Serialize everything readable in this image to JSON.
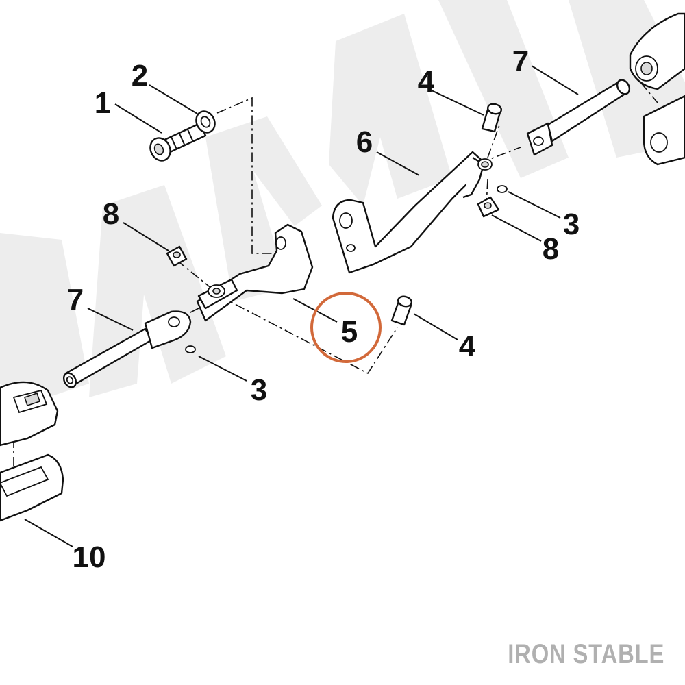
{
  "watermark": {
    "color": "#ededed"
  },
  "brand": {
    "text": "IRON STABLE",
    "color": "#b0b0b0"
  },
  "highlight": {
    "color": "#d2693a",
    "target": "5"
  },
  "callouts": [
    "1",
    "2",
    "3",
    "3",
    "4",
    "4",
    "5",
    "6",
    "7",
    "7",
    "8",
    "8",
    "10"
  ]
}
